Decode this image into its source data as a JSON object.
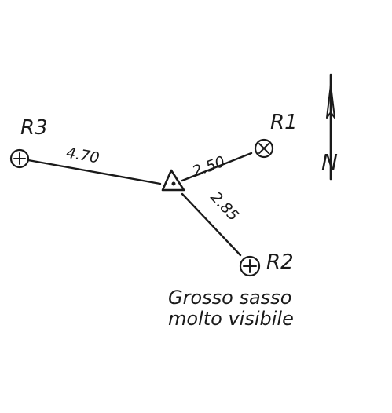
{
  "diagram": {
    "points": {
      "station": {
        "symbol": "triangle-dot-icon"
      },
      "r1": {
        "label": "R1",
        "symbol": "circle-x-icon"
      },
      "r2": {
        "label": "R2",
        "symbol": "circle-plus-icon"
      },
      "r3": {
        "label": "R3",
        "symbol": "circle-plus-icon"
      }
    },
    "distances": {
      "r1": "2.50",
      "r2": "2.85",
      "r3": "4.70"
    },
    "north_label": "N",
    "note_line1": "Grosso sasso",
    "note_line2": "molto visibile",
    "colors": {
      "ink": "#1a1a1a",
      "paper": "#ffffff"
    }
  }
}
